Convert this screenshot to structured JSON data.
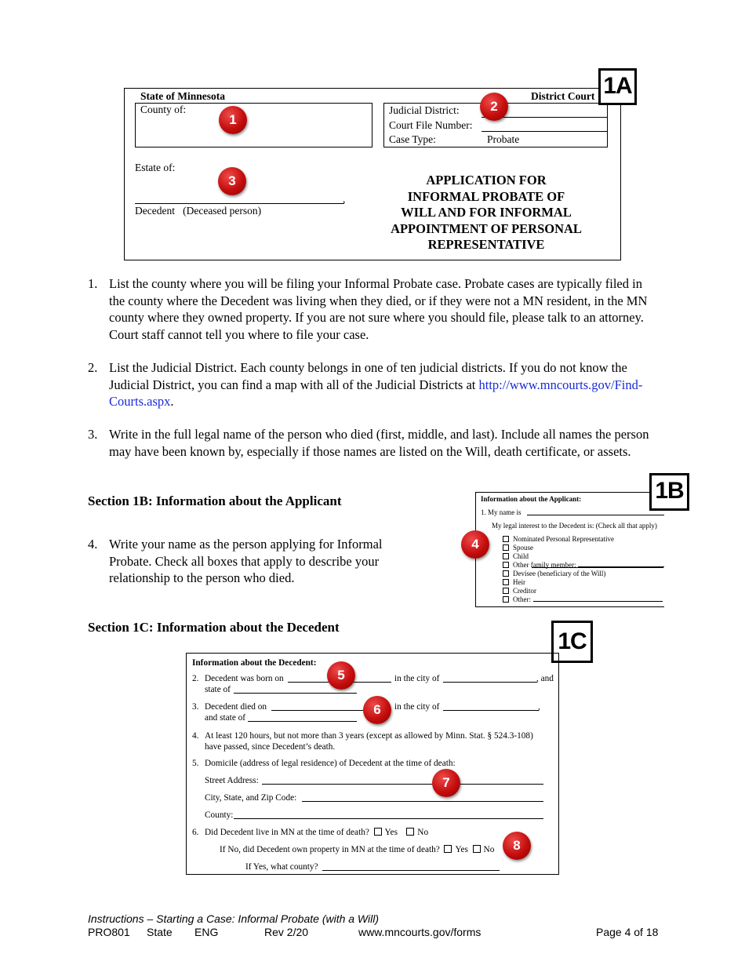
{
  "form_1a": {
    "state": "State of Minnesota",
    "district_court": "District Court",
    "county_of": "County of:",
    "judicial_district": "Judicial District:",
    "court_file_number": "Court File Number:",
    "case_type_label": "Case Type:",
    "case_type_value": "Probate",
    "estate_of": "Estate of:",
    "comma": ",",
    "decedent": "Decedent",
    "deceased_person": "(Deceased person)",
    "title_lines": [
      "APPLICATION FOR",
      "INFORMAL PROBATE OF",
      "WILL AND FOR INFORMAL",
      "APPOINTMENT OF PERSONAL",
      "REPRESENTATIVE"
    ],
    "tag": "1A"
  },
  "badges": [
    "1",
    "2",
    "3",
    "4",
    "5",
    "6",
    "7",
    "8"
  ],
  "instructions": [
    {
      "num": "1.",
      "text": "List the county where you will be filing your Informal Probate case. Probate cases are typically filed in the county where the Decedent was living when they died, or if they were not a MN resident, in the MN county where they owned property. If you are not sure where you should file, please talk to an attorney.  Court staff cannot tell you where to file your case."
    },
    {
      "num": "2.",
      "text": "List the Judicial District.  Each county belongs in one of ten judicial districts. If you do not know the Judicial District, you can find a map with all of the Judicial Districts at",
      "link": "http://www.mncourts.gov/Find-Courts.aspx",
      "after": "."
    },
    {
      "num": "3.",
      "text": "Write in the full legal name of the person who died (first, middle, and last). Include all names the person may have been known by, especially if those names are listed on the Will, death certificate, or assets."
    }
  ],
  "section_1b": {
    "heading": "Section 1B: Information about the Applicant",
    "item_num": "4.",
    "item_text": "Write your name as the person applying for Informal Probate. Check all boxes that apply to describe your relationship to the person who died.",
    "tag": "1B",
    "mini_title": "Information about the Applicant:",
    "mini_line1": "1.  My name is",
    "mini_line2": "My legal interest to the Decedent is: (Check all that apply)",
    "options": [
      "Nominated Personal Representative",
      "Spouse",
      "Child",
      "Other family member:",
      "Devisee (beneficiary of the Will)",
      "Heir",
      "Creditor",
      "Other:"
    ]
  },
  "section_1c": {
    "heading": "Section 1C: Information about the Decedent",
    "tag": "1C",
    "title": "Information about the Decedent:",
    "r2_num": "2.",
    "r2_a": "Decedent was born on",
    "r2_b": "in the city of",
    "r2_c": ", and",
    "r2_d": "state of",
    "r3_num": "3.",
    "r3_a": "Decedent died on",
    "r3_b": "in the city of",
    "r3_c": ",",
    "r3_d": "and state of",
    "r4_num": "4.",
    "r4_text": "At least 120 hours, but not more than 3 years (except as allowed by Minn. Stat. § 524.3-108) have passed, since Decedent’s death.",
    "r5_num": "5.",
    "r5_text": "Domicile (address of legal residence) of Decedent at the time of death:",
    "street": "Street Address:",
    "city_state_zip": "City, State, and Zip Code:",
    "county": "County:",
    "r6_num": "6.",
    "r6_text": "Did Decedent live in MN at the time of death?",
    "yes": "Yes",
    "no": "No",
    "r6_if_no": "If No, did Decedent own property in MN at the time of death?",
    "r6_if_yes": "If Yes, what county?"
  },
  "footer": {
    "title": "Instructions – Starting a Case: Informal Probate (with a Will)",
    "code": "PRO801",
    "state": "State",
    "lang": "ENG",
    "rev": "Rev 2/20",
    "url": "www.mncourts.gov/forms",
    "page": "Page 4 of 18"
  }
}
